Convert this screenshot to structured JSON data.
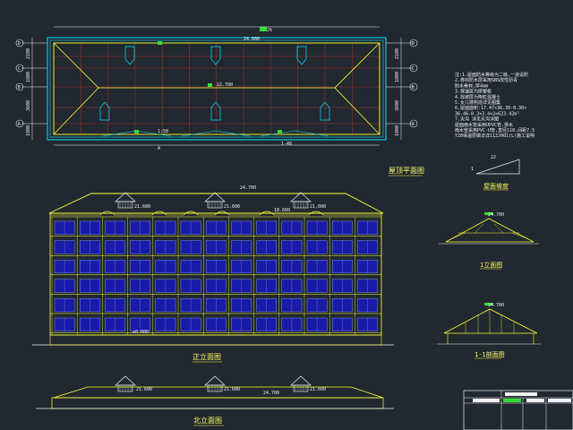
{
  "drawing": {
    "background": "#212830",
    "colors": {
      "yellow": "#ffff33",
      "white": "#f2f2f2",
      "cyan": "#00e5ff",
      "green": "#33dd33",
      "red": "#cc3333",
      "blue": "#1a1aa8",
      "window_frame": "#7fb3ff"
    }
  },
  "roof_plan": {
    "title": "屋顶平面图",
    "grid_left": [
      "D",
      "C",
      "B",
      "A"
    ],
    "grid_right": [
      "D",
      "C",
      "B",
      "A"
    ],
    "labels": {
      "top_elev": "24.600",
      "top_tag": "2%",
      "center_elev": "22.700",
      "bottom_tag": "1:50",
      "bottom_left": "A",
      "bottom_right": "1-48"
    },
    "dims_left": [
      "2100",
      "1800",
      "3600",
      "1800"
    ],
    "dims_right": [
      "2100",
      "1800",
      "3600",
      "1800"
    ]
  },
  "notes": {
    "lines": [
      "注:1.屋面防水等级为二级,一道设防",
      "  2.卷材防水层采用SBS改性沥青",
      "    防水卷材,厚4mm",
      "  3.保温层为挤塑板",
      "  4.找坡层为陶粒混凝土",
      "  5.女儿墙构造详见图集",
      "  6.屋面面积:17.47×36.30-0.30×",
      "    36.46-0.3×3.4×2=623.42m²",
      "  7.天沟       详见天沟详图",
      "    屋面雨水管采用UPVC管,排水",
      "    雨水管采用PVC-U管,直径110,间距7.5",
      "    Y28保温层做法详11ZJ001(L)施工说明"
    ]
  },
  "slope": {
    "title": "屋面坡度",
    "value": "22",
    "base": "1"
  },
  "front_elevation": {
    "title": "正立面图",
    "labels": {
      "ridge": "24.700",
      "dormer_1": "21.600",
      "dormer_2": "21.600",
      "dormer_3": "21.600",
      "mid": "18.600",
      "base": "±0.000"
    }
  },
  "back_elevation": {
    "title": "北立面图",
    "labels": {
      "dormer_1": "21.600",
      "dormer_2": "21.600",
      "dormer_3": "21.600",
      "mid": "24.700"
    }
  },
  "detail_1": {
    "title": "1立面图",
    "label": "24.700"
  },
  "detail_2": {
    "title": "1-1剖面图",
    "label": "24.700"
  }
}
